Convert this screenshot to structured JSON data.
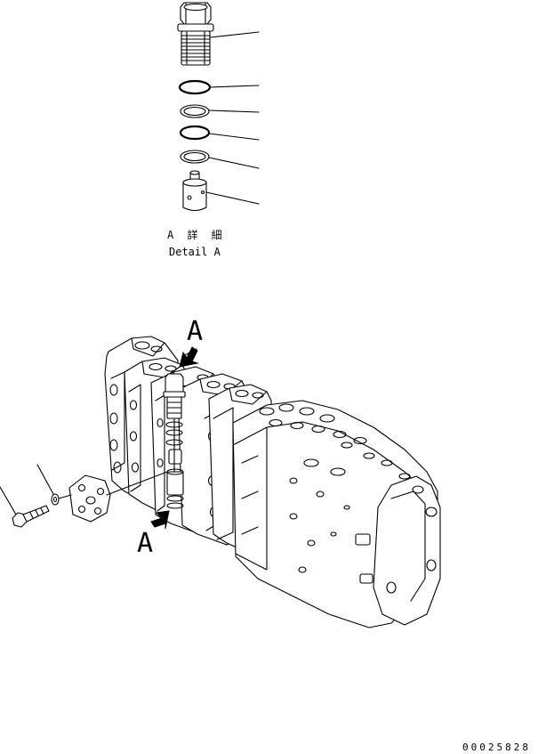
{
  "detail_caption": {
    "line1": "A 詳 細",
    "line2": "Detail A"
  },
  "view_labels": {
    "top_arrow": "A",
    "bottom_arrow": "A"
  },
  "drawing_number": "00025828",
  "colors": {
    "ink": "#000000",
    "paper": "#ffffff"
  }
}
